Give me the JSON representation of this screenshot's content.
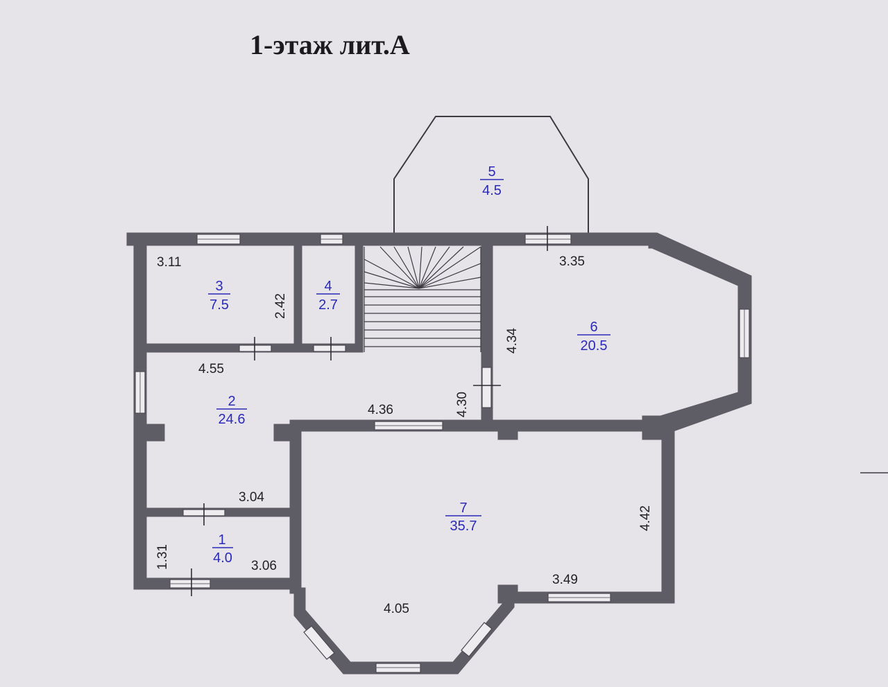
{
  "title": "1-этаж лит.А",
  "rooms": [
    {
      "number": "1",
      "area": "4.0"
    },
    {
      "number": "2",
      "area": "24.6"
    },
    {
      "number": "3",
      "area": "7.5"
    },
    {
      "number": "4",
      "area": "2.7"
    },
    {
      "number": "5",
      "area": "4.5"
    },
    {
      "number": "6",
      "area": "20.5"
    },
    {
      "number": "7",
      "area": "35.7"
    }
  ],
  "dimensions": {
    "d311": "3.11",
    "d242": "2.42",
    "d335": "3.35",
    "d434": "4.34",
    "d455": "4.55",
    "d436": "4.36",
    "d430": "4.30",
    "d304": "3.04",
    "d131": "1.31",
    "d306": "3.06",
    "d442": "4.42",
    "d349": "3.49",
    "d405": "4.05"
  },
  "colors": {
    "wall": "#5e5c64",
    "room_label": "#2a2ab8",
    "background": "#e7e4e9"
  }
}
